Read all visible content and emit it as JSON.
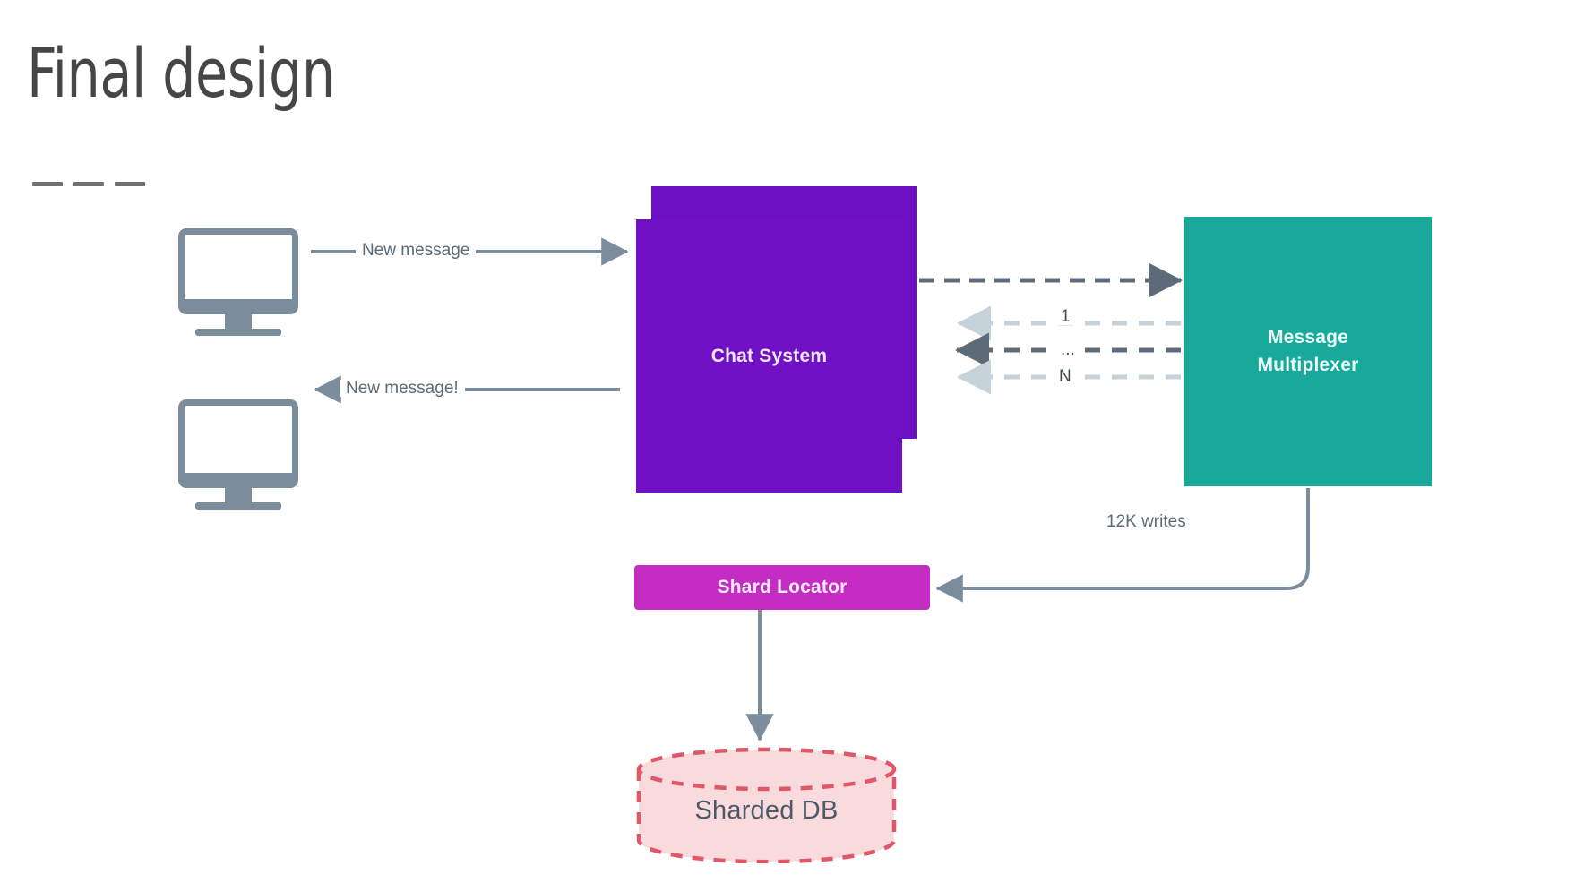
{
  "slide": {
    "title": "Final design",
    "divider": {
      "name": "dashed-rule",
      "dash_count": 3
    }
  },
  "nodes": {
    "client_top": {
      "icon": "monitor-icon",
      "label": ""
    },
    "client_bottom": {
      "icon": "monitor-icon",
      "label": ""
    },
    "chat_system": {
      "label": "Chat System",
      "color": "#7011c6",
      "shape": "stacked-cards"
    },
    "message_multiplexer": {
      "label_line1": "Message",
      "label_line2": "Multiplexer",
      "color": "#18a99a",
      "shape": "rectangle"
    },
    "shard_locator": {
      "label": "Shard Locator",
      "color": "#c42cc4",
      "shape": "rectangle"
    },
    "sharded_db": {
      "label": "Sharded DB",
      "fill": "#f9dadd",
      "stroke": "#e05767",
      "shape": "cylinder-dashed"
    }
  },
  "edges": {
    "client_to_chat": {
      "label": "New message",
      "style": "solid",
      "direction": "right",
      "color": "#7b8c9c"
    },
    "chat_to_client": {
      "label": "New message!",
      "style": "solid",
      "direction": "left",
      "color": "#7b8c9c"
    },
    "chat_to_mux": {
      "label": "",
      "style": "dashed",
      "direction": "right",
      "color": "#5d6b78"
    },
    "mux_to_chat_1": {
      "label": "1",
      "style": "dashed",
      "direction": "left",
      "color": "#c6d2da"
    },
    "mux_to_chat_dots": {
      "label": "...",
      "style": "dashed",
      "direction": "left",
      "color": "#5d6b78"
    },
    "mux_to_chat_n": {
      "label": "N",
      "style": "dashed",
      "direction": "left",
      "color": "#c6d2da"
    },
    "mux_to_shard_locator": {
      "label": "12K writes",
      "style": "solid",
      "direction": "left",
      "color": "#7b8c9c"
    },
    "shard_locator_to_db": {
      "label": "",
      "style": "solid",
      "direction": "down",
      "color": "#7b8c9c"
    }
  }
}
